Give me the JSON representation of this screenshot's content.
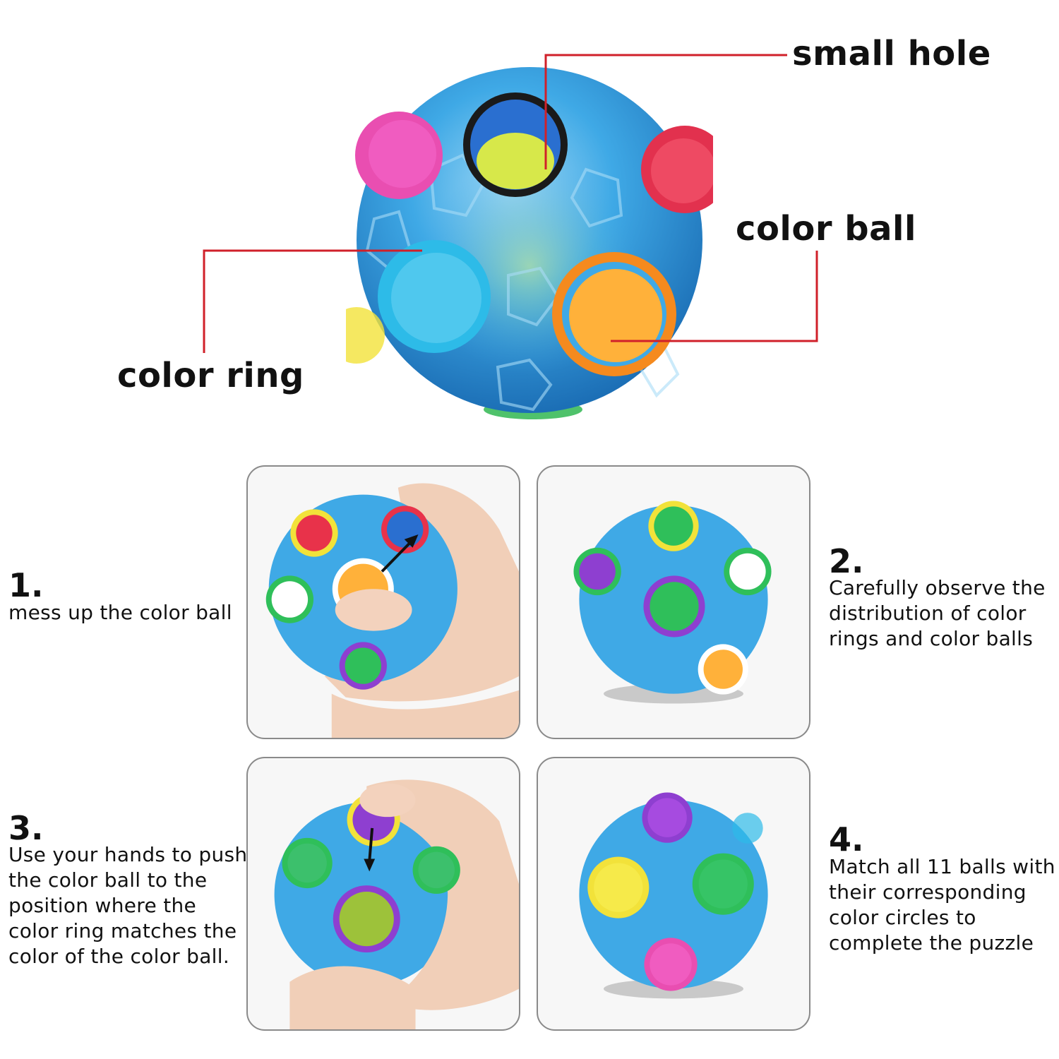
{
  "callouts": {
    "small_hole": "small hole",
    "color_ball": "color ball",
    "color_ring": "color ring"
  },
  "steps": [
    {
      "number": "1.",
      "lines": [
        "mess up the color ball"
      ]
    },
    {
      "number": "2.",
      "lines": [
        "Carefully observe the",
        "distribution of color",
        "rings and color balls"
      ]
    },
    {
      "number": "3.",
      "lines": [
        "Use your hands to push",
        "the color ball to the",
        "position where the",
        "color ring matches the",
        "color of the color ball."
      ]
    },
    {
      "number": "4.",
      "lines": [
        "Match all 11 balls with",
        "their corresponding",
        "color circles to",
        "complete the puzzle"
      ]
    }
  ],
  "colors": {
    "callout_line": "#d0202a",
    "shell_blue": "#2f9fe0",
    "panel_border": "#8a8a8a"
  }
}
